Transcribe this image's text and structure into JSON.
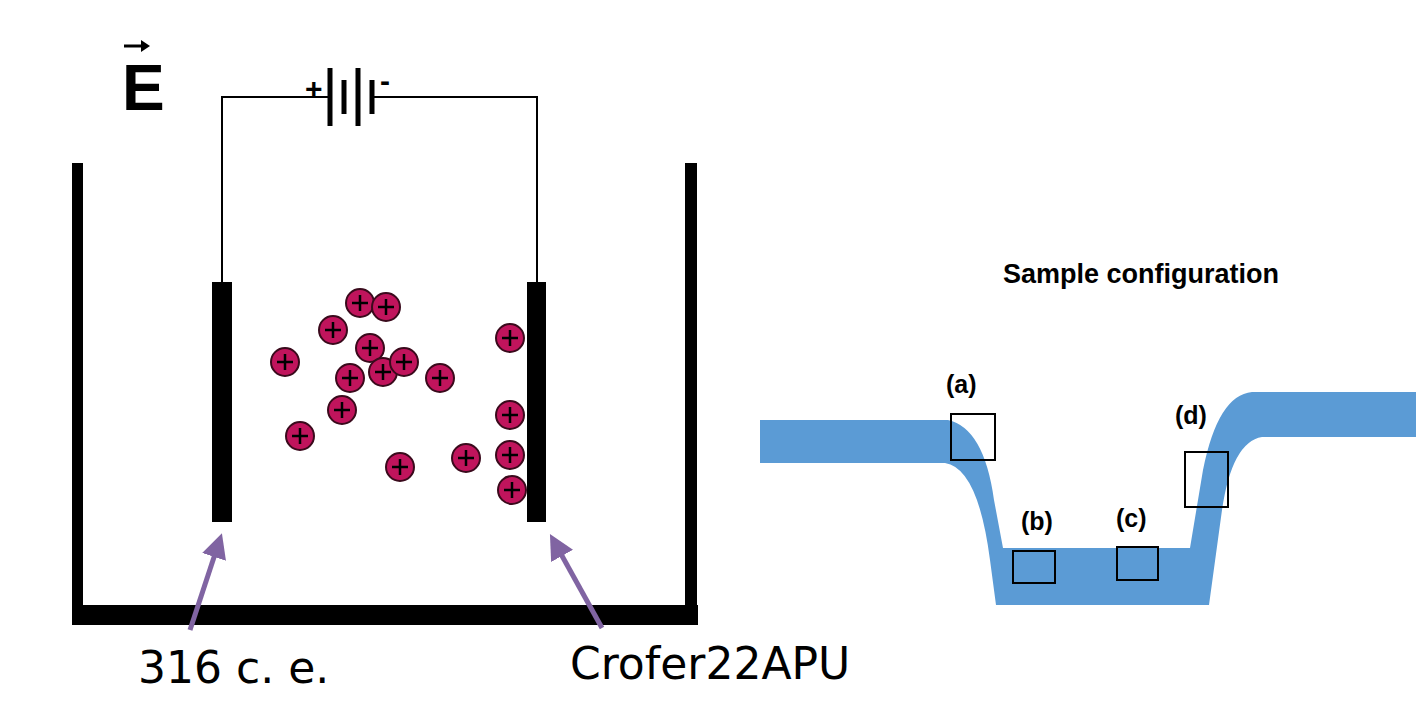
{
  "diagram": {
    "labels": [
      "E",
      "+",
      "-",
      "316 c. e.",
      "Crofer22APU",
      "Sample configuration",
      "(a)",
      "(b)",
      "(c)",
      "(d)"
    ]
  }
}
